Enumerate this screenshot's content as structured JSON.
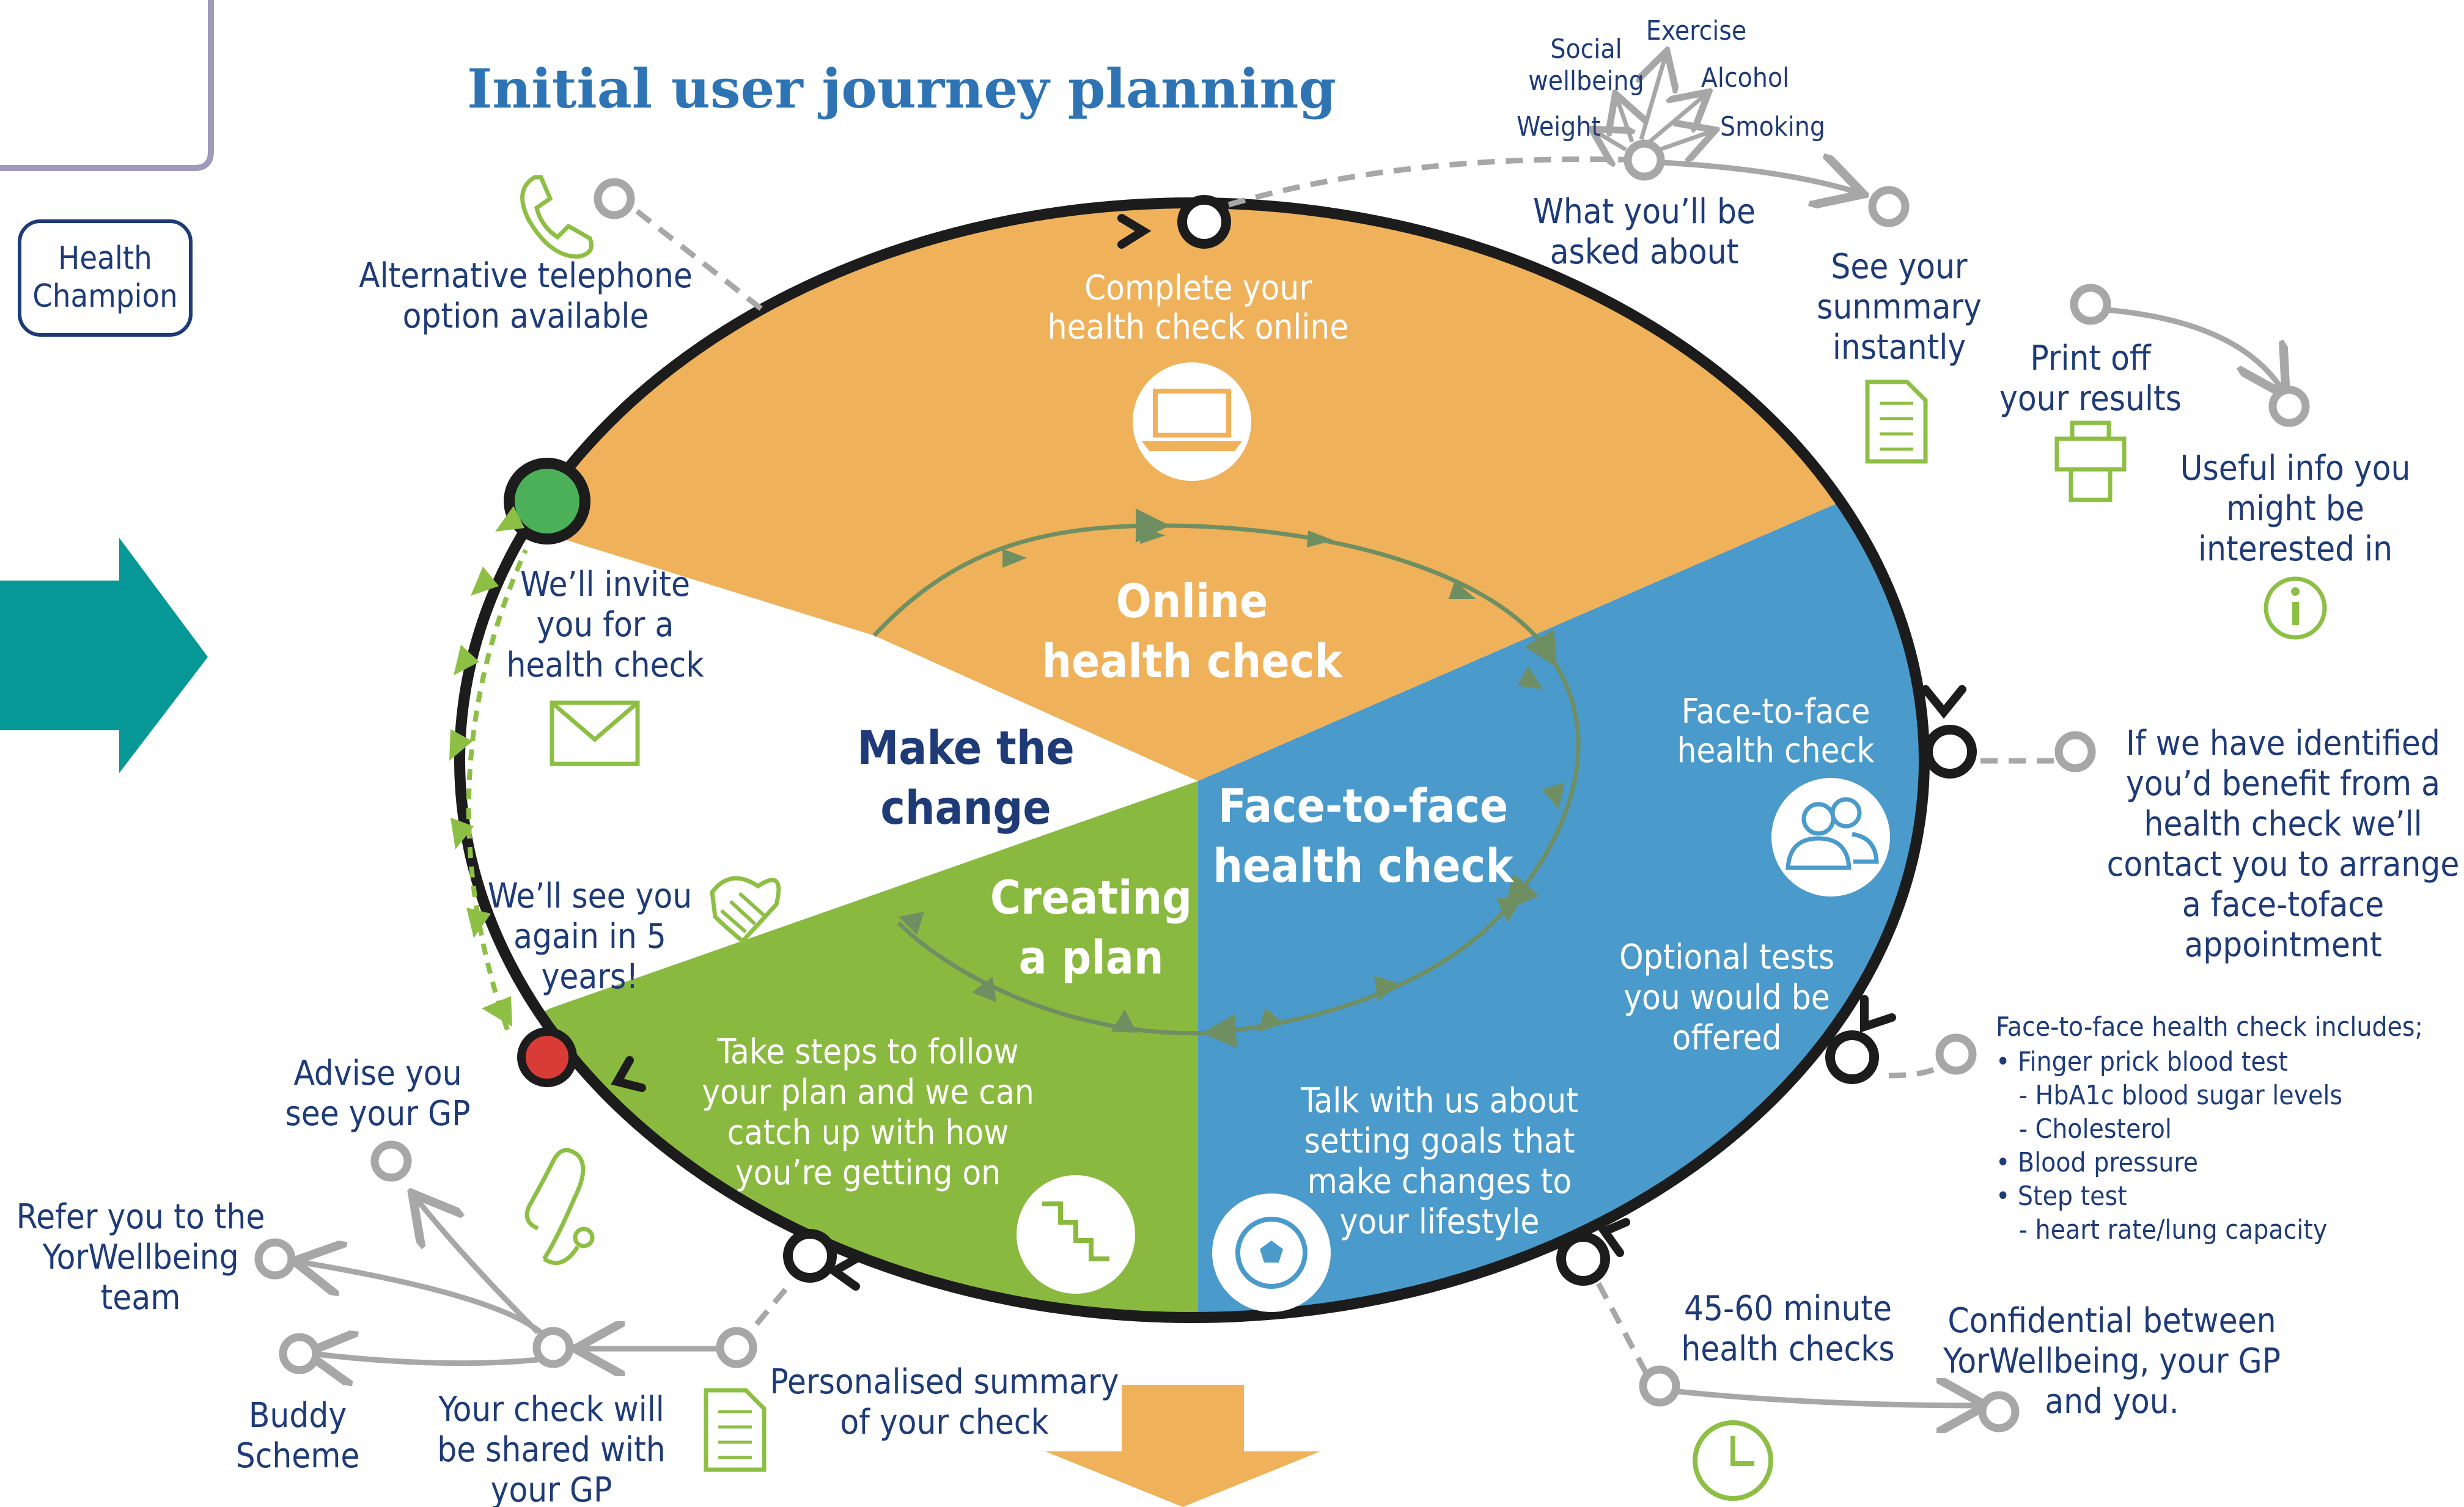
{
  "title": "Initial user journey planning",
  "side_label": "Health\nChampion",
  "segments": {
    "online": "Online\nhealth check",
    "face": "Face-to-face\nhealth check",
    "plan": "Creating\na plan",
    "change": "Make the\nchange"
  },
  "steps": {
    "complete_online": "Complete your\nhealth check online",
    "ftf_box": "Face-to-face\nhealth check",
    "optional_tests": "Optional tests\nyou would be\noffered",
    "talk_goals": "Talk with us about\nsetting goals that\nmake changes to\nyour lifestyle",
    "take_steps": "Take steps to follow\nyour plan and we can\ncatch up with how\nyou’re getting on",
    "invite": "We’ll invite\nyou for a\nhealth check",
    "see_again": "We’ll see you\nagain in 5\nyears!"
  },
  "callouts": {
    "telephone": "Alternative telephone\noption available",
    "asked_about": "What you’ll be\nasked about",
    "social": "Social\nwellbeing",
    "exercise": "Exercise",
    "alcohol": "Alcohol",
    "weight": "Weight",
    "smoking": "Smoking",
    "summary_instantly": "See your\nsunmmary\ninstantly",
    "print": "Print off\nyour results",
    "useful_info": "Useful info you\nmight be\ninterested in",
    "identified": "If we have identified\nyou’d benefit from a\nhealth check we’ll\ncontact you to arrange\na face-toface\nappointment",
    "includes_title": "Face-to-face health check includes;",
    "includes_list": [
      "• Finger prick blood test",
      "   - HbA1c blood sugar levels",
      "   - Cholesterol",
      "• Blood pressure",
      "• Step test",
      "   - heart rate/lung capacity"
    ],
    "minutes": "45-60 minute\nhealth checks",
    "confidential": "Confidential between\nYorWellbeing, your GP\nand you.",
    "personalised": "Personalised summary\nof your check",
    "shared_gp": "Your check will\nbe shared with\nyour GP",
    "advise_gp": "Advise you\nsee your GP",
    "refer": "Refer you to the\nYorWellbeing\nteam",
    "buddy": "Buddy\nScheme"
  },
  "colors": {
    "navy": "#1e3b78",
    "title_blue": "#2e74b5",
    "orange": "#efb15a",
    "blue": "#4a9acb",
    "green": "#8ab93f",
    "teal": "#059896",
    "icon_green": "#8dbf45",
    "grey": "#a7a7a7",
    "start_node": "#4bb058",
    "end_node": "#d93b36"
  },
  "icons": [
    "laptop-icon",
    "document-icon",
    "printer-icon",
    "info-icon",
    "people-icon",
    "football-icon",
    "stairs-icon",
    "handshake-icon",
    "envelope-icon",
    "phone-icon",
    "stethoscope-icon",
    "clock-icon",
    "down-arrow-icon",
    "right-arrow-icon"
  ]
}
